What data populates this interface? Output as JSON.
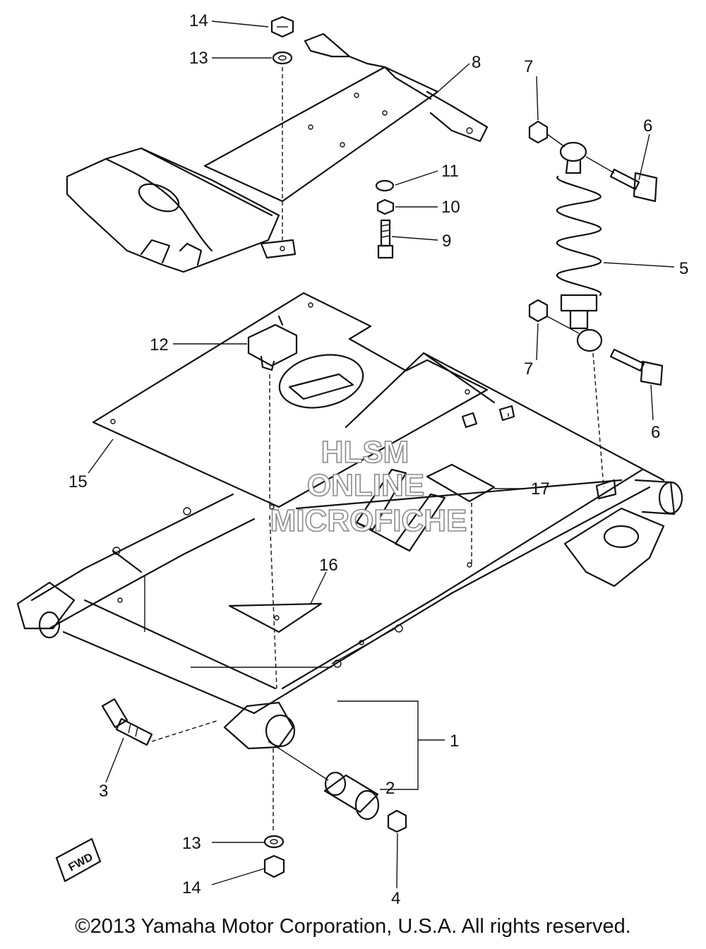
{
  "callouts": {
    "c1": "1",
    "c2": "2",
    "c3": "3",
    "c4": "4",
    "c5": "5",
    "c6a": "6",
    "c6b": "6",
    "c7a": "7",
    "c7b": "7",
    "c8": "8",
    "c9": "9",
    "c10": "10",
    "c11": "11",
    "c12": "12",
    "c13a": "13",
    "c13b": "13",
    "c14a": "14",
    "c14b": "14",
    "c15": "15",
    "c16": "16",
    "c17": "17"
  },
  "watermark": {
    "line1": "HLSM",
    "line2": "ONLINE",
    "line3": "MICROFICHE"
  },
  "direction_tag": "FWD",
  "copyright": "©2013 Yamaha Motor Corporation, U.S.A. All rights reserved.",
  "colors": {
    "ink": "#111111",
    "paper": "#ffffff",
    "watermark_stroke": "#8a8a8a"
  }
}
